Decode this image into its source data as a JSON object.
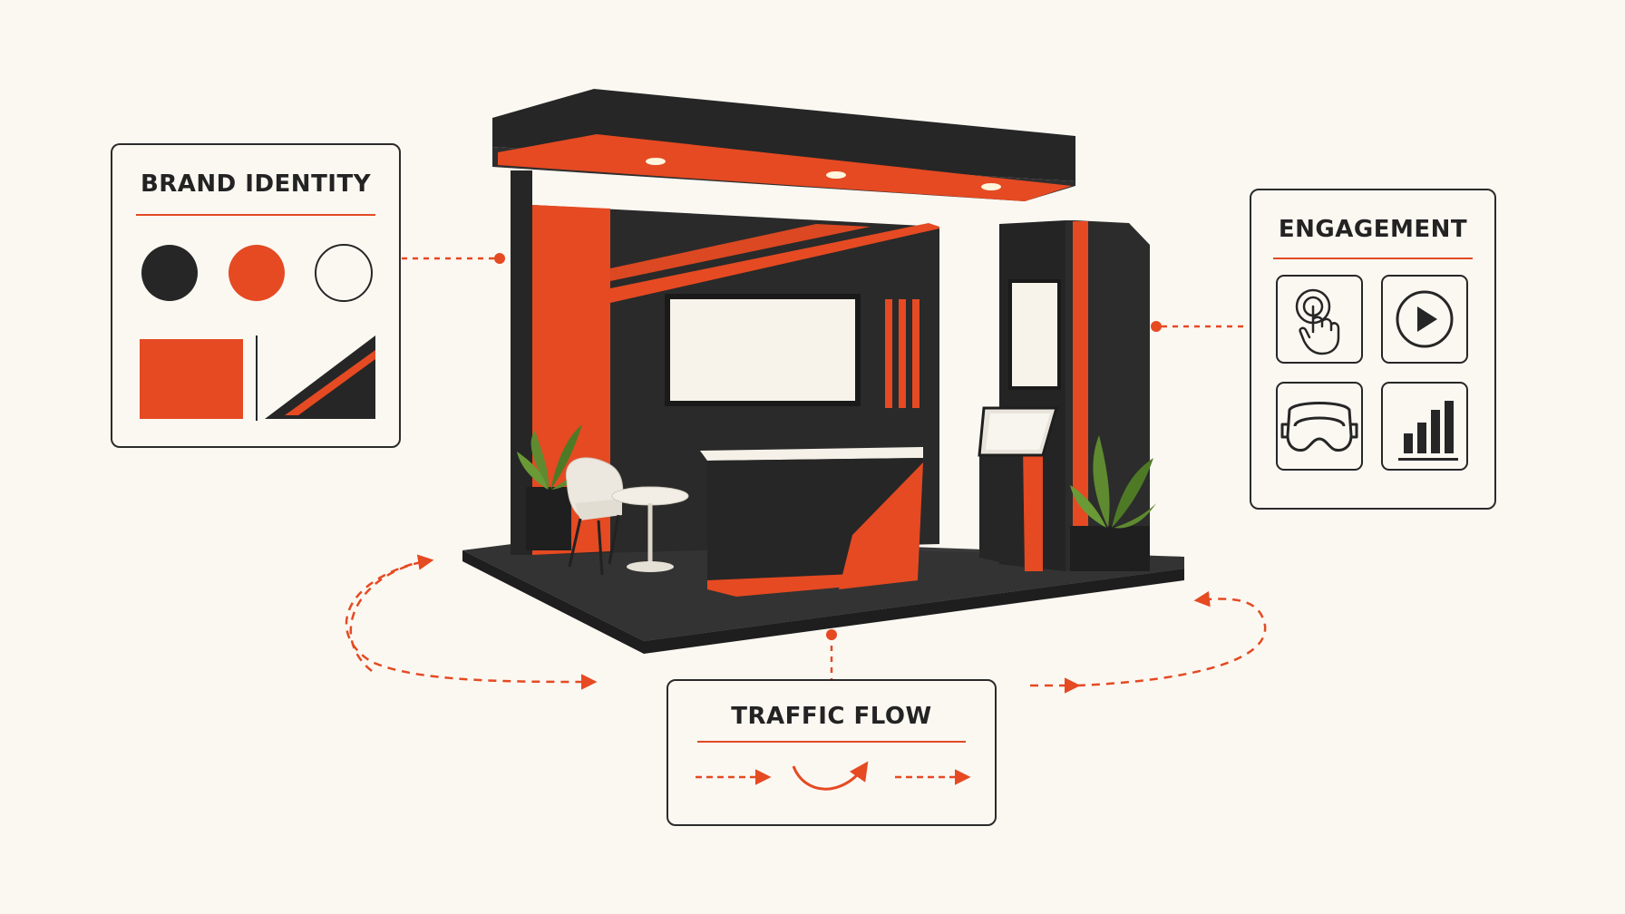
{
  "colors": {
    "accent": "#e54a22",
    "dark": "#262626",
    "cream": "#fbf8f2",
    "plant": "#5f8a30"
  },
  "brand_identity": {
    "title": "BRAND IDENTITY",
    "swatches": [
      "#262626",
      "#e54a22",
      "#fbf8f2"
    ]
  },
  "engagement": {
    "title": "ENGAGEMENT",
    "icons": [
      "touch-hand-icon",
      "play-icon",
      "vr-headset-icon",
      "bar-chart-icon"
    ]
  },
  "traffic_flow": {
    "title": "TRAFFIC FLOW"
  }
}
